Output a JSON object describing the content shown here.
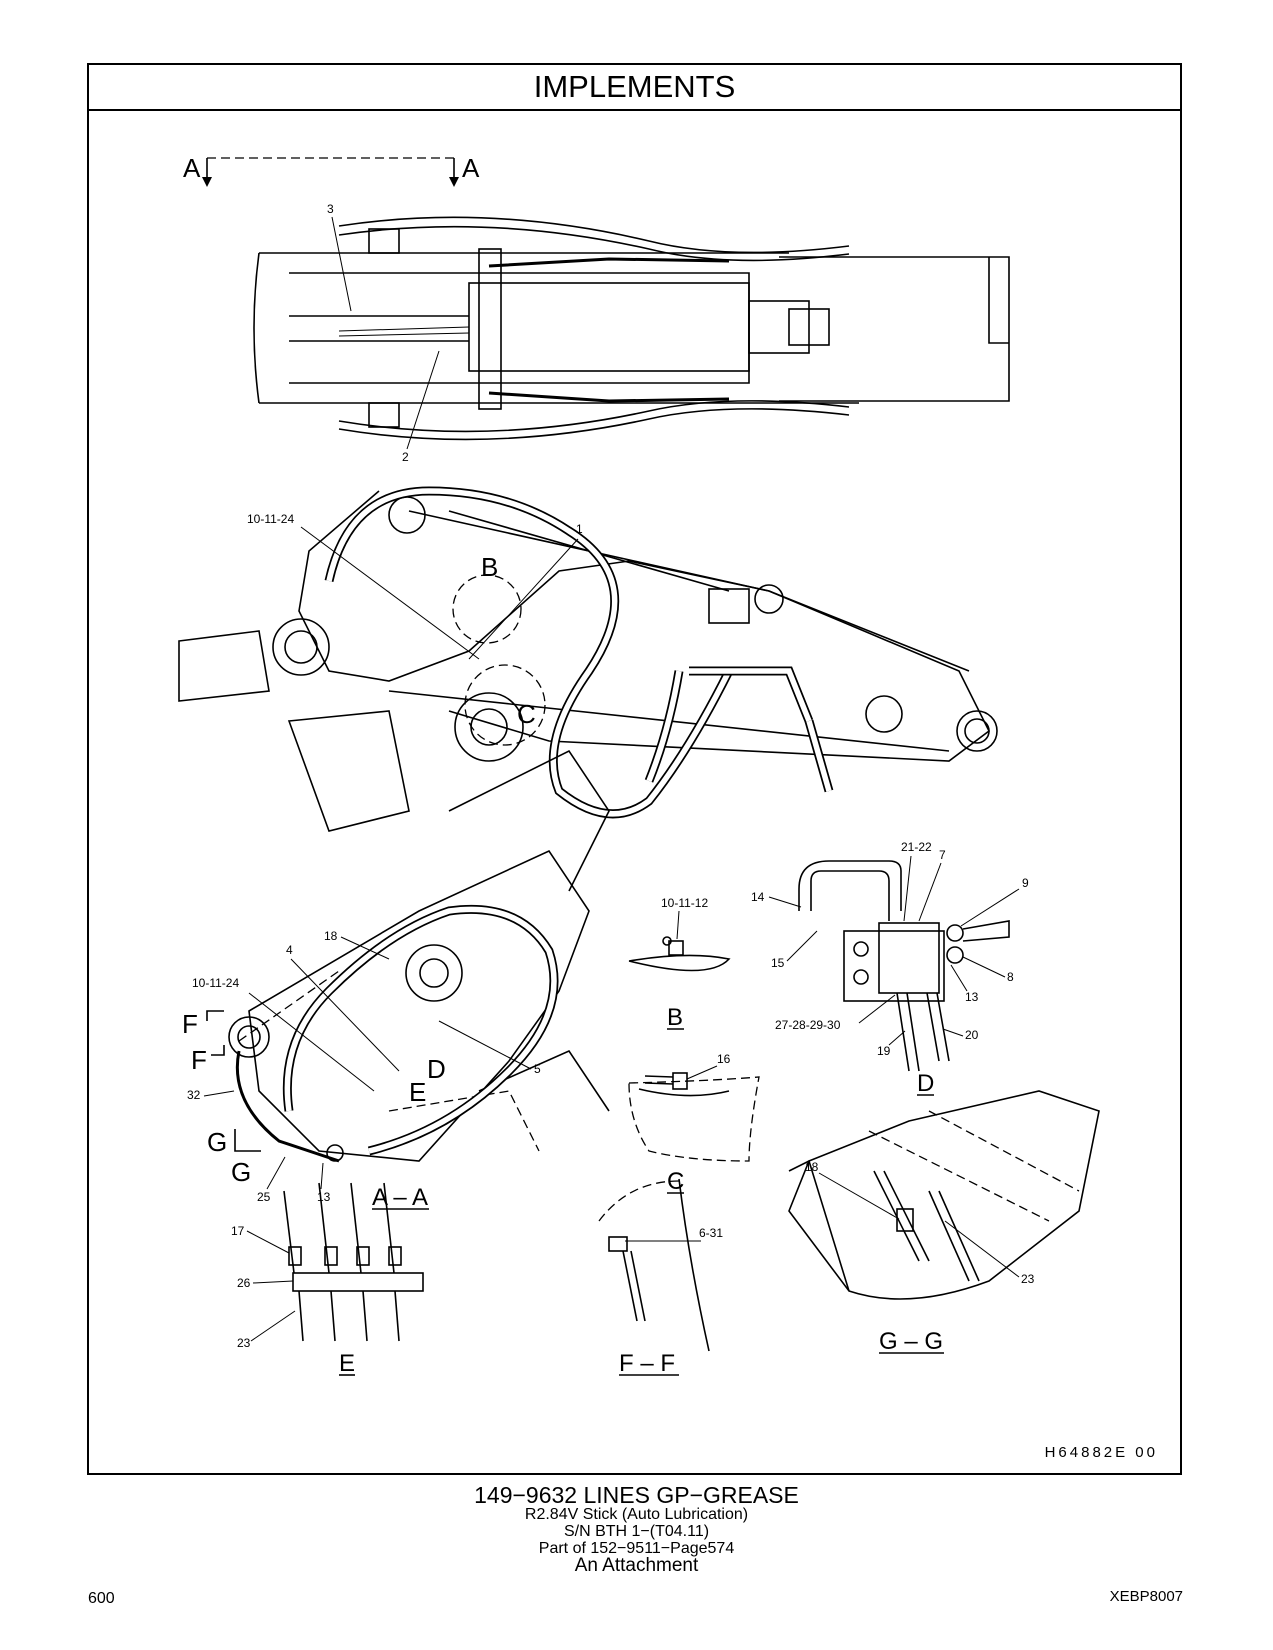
{
  "header": {
    "title": "IMPLEMENTS"
  },
  "drawing": {
    "section_marks": {
      "top_left": "A",
      "top_right": "A"
    },
    "callouts": {
      "top": [
        "3",
        "2"
      ],
      "side": [
        "10-11-24",
        "1",
        "B",
        "C"
      ],
      "stick": [
        "18",
        "4",
        "10-11-24",
        "F",
        "F",
        "32",
        "D",
        "E",
        "5",
        "G",
        "G",
        "25",
        "13"
      ]
    },
    "views": {
      "aa": "A – A",
      "b": "B",
      "b_callout": "10-11-12",
      "c": "C",
      "c_callout": "16",
      "d": "D",
      "d_callouts": [
        "21-22",
        "7",
        "9",
        "14",
        "15",
        "8",
        "13",
        "27-28-29-30",
        "19",
        "20"
      ],
      "e": "E",
      "e_callouts": [
        "17",
        "26",
        "23"
      ],
      "ff": "F – F",
      "ff_callout": "6-31",
      "gg": "G – G",
      "gg_callouts": [
        "18",
        "23"
      ]
    },
    "drawing_code": "H64882E    00"
  },
  "footer": {
    "part_title": "149−9632   LINES  GP−GREASE",
    "line1": "R2.84V  Stick (Auto  Lubrication)",
    "line2": "S/N BTH 1−(T04.11)",
    "line3": "Part of 152−9511−Page574",
    "line4": "An Attachment"
  },
  "page_number": "600",
  "doc_code": "XEBP8007"
}
